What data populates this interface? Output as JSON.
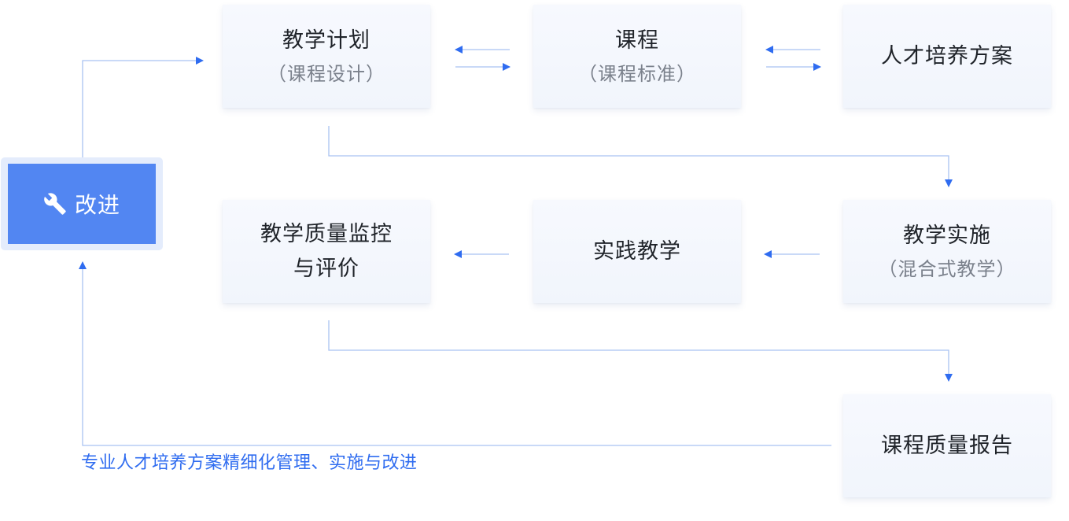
{
  "nodes": {
    "teaching_plan": {
      "title": "教学计划",
      "subtitle": "（课程设计）"
    },
    "course": {
      "title": "课程",
      "subtitle": "（课程标准）"
    },
    "talent_plan": {
      "title": "人才培养方案"
    },
    "teaching_impl": {
      "title": "教学实施",
      "subtitle": "（混合式教学）"
    },
    "practice": {
      "title": "实践教学"
    },
    "quality_monitor": {
      "title_line1": "教学质量监控",
      "title_line2": "与评价"
    },
    "quality_report": {
      "title": "课程质量报告"
    },
    "improve": {
      "label": "改进",
      "icon": "wrench-icon"
    }
  },
  "caption": "专业人才培养方案精细化管理、实施与改进",
  "colors": {
    "accent": "#2f6cf0",
    "line": "#a9c2f2",
    "button": "#5286f2",
    "card": "#f4f7fd"
  }
}
